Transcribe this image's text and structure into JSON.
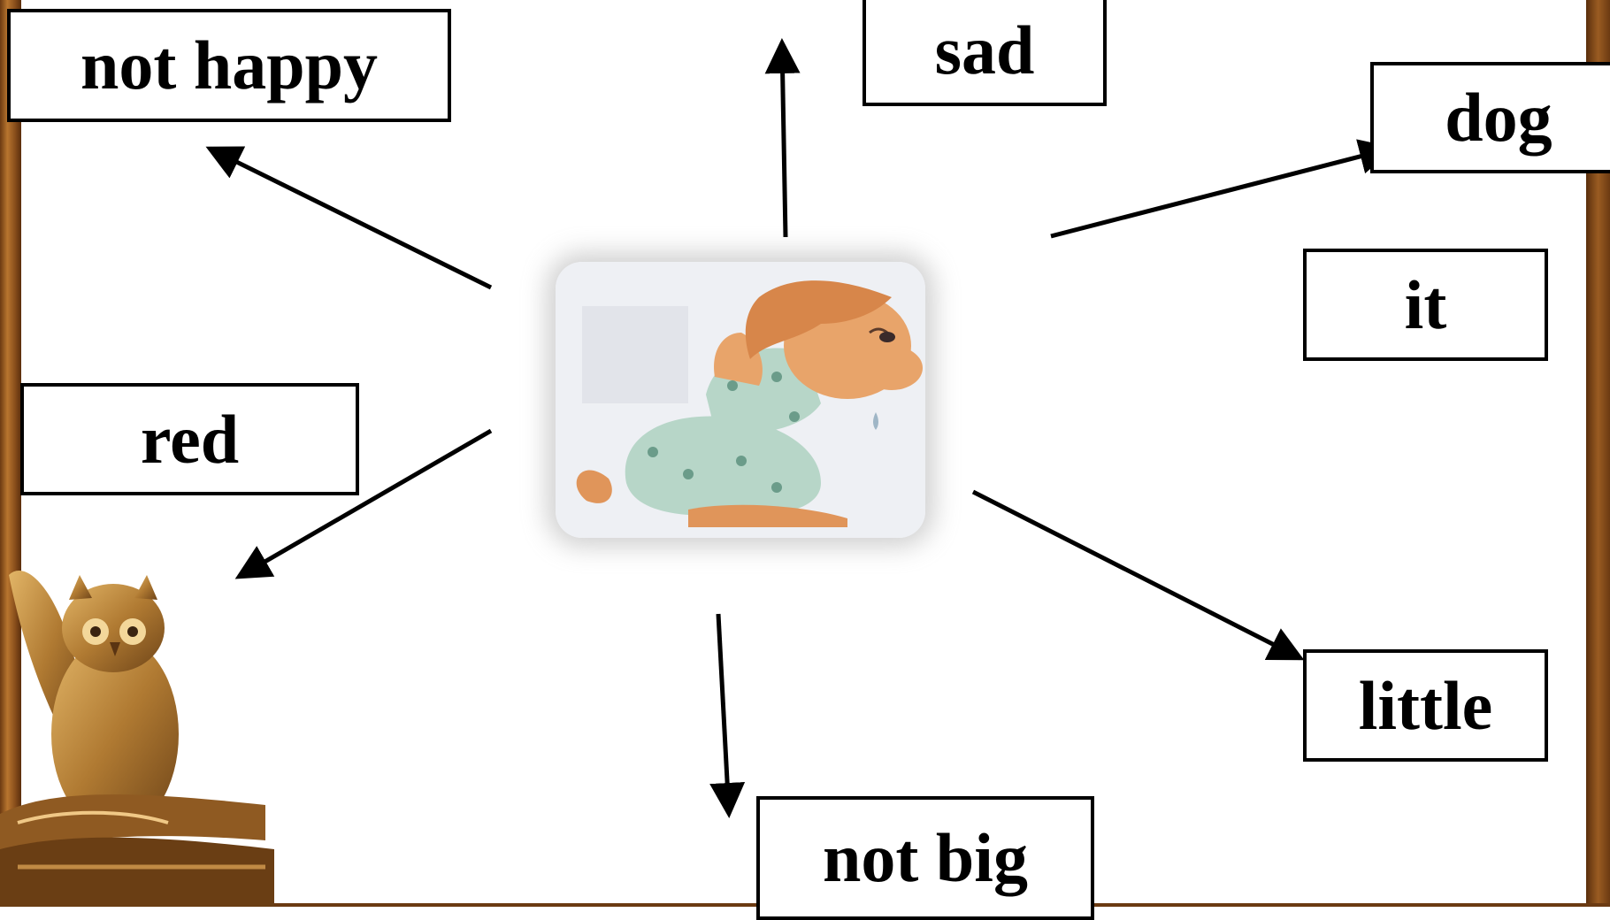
{
  "words": {
    "not_happy": "not happy",
    "sad": "sad",
    "dog": "dog",
    "it": "it",
    "red": "red",
    "little": "little",
    "not_big": "not big"
  },
  "colors": {
    "frame": "#8a4f1c",
    "box_border": "#000000",
    "arrow": "#000000",
    "owl_bronze": "#b07a32"
  },
  "icons": {
    "center_picture": "sad-dog-crying",
    "decoration": "owl-on-books"
  }
}
